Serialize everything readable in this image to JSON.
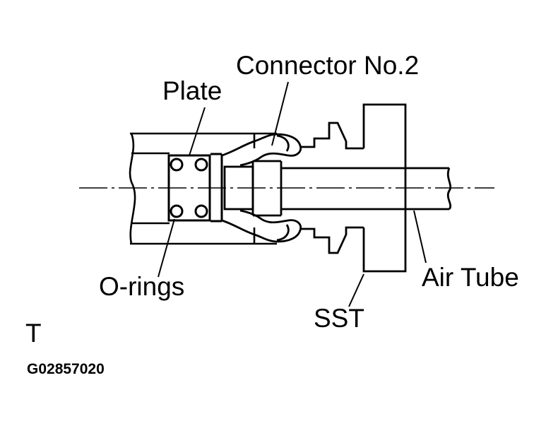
{
  "diagram": {
    "labels": {
      "connector": "Connector No.2",
      "plate": "Plate",
      "orings": "O-rings",
      "sst": "SST",
      "air_tube": "Air Tube",
      "corner_mark": "T",
      "figure_code": "G02857020"
    },
    "colors": {
      "ink": "#000000",
      "background": "#ffffff"
    }
  }
}
